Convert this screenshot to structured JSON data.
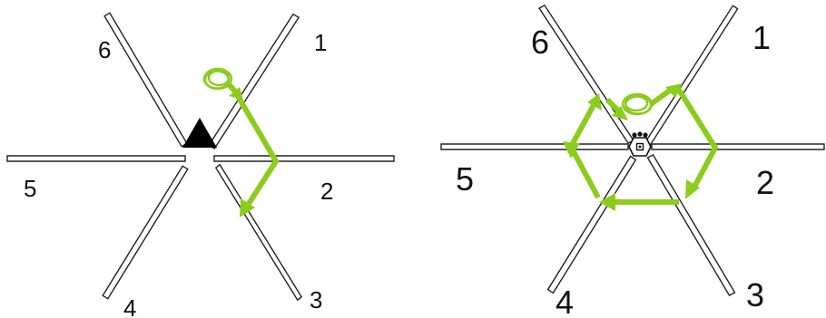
{
  "colors": {
    "accent": "#8ccc1e",
    "arm_stroke": "#222222",
    "marker": "#000000"
  },
  "icons": {
    "left_marker": "black-triangle-icon",
    "right_marker": "hexagonal-robot-icon"
  },
  "left_maze": {
    "arm_labels": [
      "1",
      "2",
      "3",
      "4",
      "5",
      "6"
    ]
  },
  "right_maze": {
    "arm_labels": [
      "1",
      "2",
      "3",
      "4",
      "5",
      "6"
    ]
  }
}
